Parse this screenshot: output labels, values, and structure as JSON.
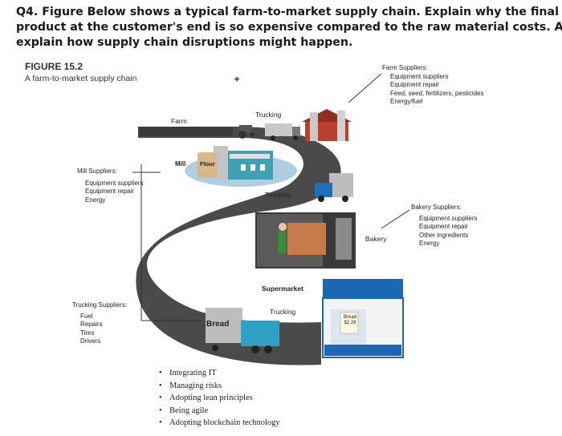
{
  "question": {
    "line1": "Q4. Figure Below shows a typical farm-to-market supply chain. Explain why the final",
    "line2": "product at the customer's end is so expensive compared to the raw material costs. Also",
    "line3": "explain how supply chain disruptions might happen."
  },
  "figure": {
    "title": "FIGURE 15.2",
    "subtitle": "A farm-to-market supply chain",
    "stages": {
      "farm": "Farm",
      "trucking_top": "Trucking",
      "mill": "Mill",
      "flour_bag": "Flour",
      "trucking_mid": "Trucking",
      "bakery": "Bakery",
      "supermarket": "Supermarket",
      "trucking_bottom": "Trucking",
      "truck_sign": "Bread",
      "shelf_tag_line1": "Bread",
      "shelf_tag_line2": "$2.29"
    },
    "farm_suppliers": {
      "title": "Farm Suppliers:",
      "items": [
        "Equipment suppliers",
        "Equipment repair",
        "Feed, seed, fertilizers, pesticides",
        "Energy/fuel"
      ]
    },
    "mill_suppliers": {
      "title": "Mill Suppliers:",
      "items": [
        "Equipment suppliers",
        "Equipment repair",
        "Energy"
      ]
    },
    "bakery_suppliers": {
      "title": "Bakery Suppliers:",
      "items": [
        "Equipment suppliers",
        "Equipment repair",
        "Other ingredients",
        "Energy"
      ]
    },
    "trucking_suppliers": {
      "title": "Trucking Suppliers:",
      "items": [
        "Fuel",
        "Repairs",
        "Tires",
        "Drivers"
      ]
    }
  },
  "bullets": [
    "Integrating IT",
    "Managing risks",
    "Adopting lean principles",
    "Being agile",
    "Adopting blockchain technology"
  ]
}
